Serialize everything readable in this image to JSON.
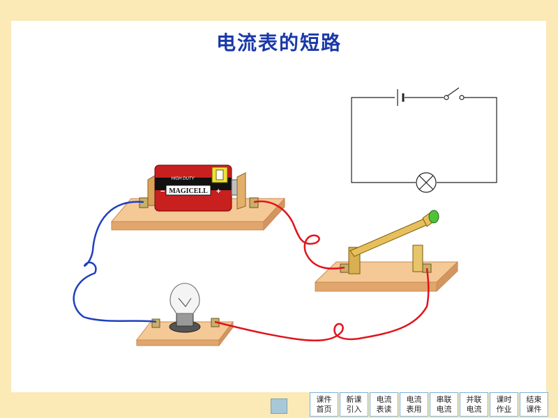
{
  "title": "电流表的短路",
  "battery": {
    "brand": "MAGICELL",
    "top_text": "HIGH DUTY",
    "minus": "−",
    "plus": "+"
  },
  "nav": [
    {
      "line1": "课件",
      "line2": "首页"
    },
    {
      "line1": "新课",
      "line2": "引入"
    },
    {
      "line1": "电流",
      "line2": "表读"
    },
    {
      "line1": "电流",
      "line2": "表用"
    },
    {
      "line1": "串联",
      "line2": "电流"
    },
    {
      "line1": "并联",
      "line2": "电流"
    },
    {
      "line1": "课时",
      "line2": "作业"
    },
    {
      "line1": "结束",
      "line2": "课件"
    }
  ],
  "colors": {
    "title": "#1a38a8",
    "wire_blue": "#1f3fbf",
    "wire_red": "#e0141c",
    "board": "#f2c18e",
    "battery": "#c81f1f"
  }
}
